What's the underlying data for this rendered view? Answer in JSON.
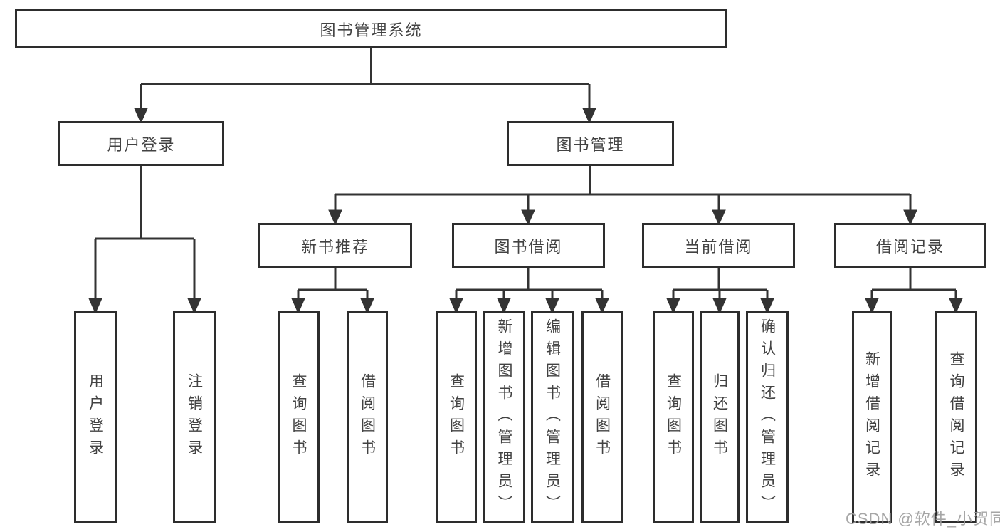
{
  "tree": {
    "root": {
      "label": "图书管理系统"
    },
    "user_login": {
      "label": "用户登录",
      "children": [
        {
          "label": "用户登录"
        },
        {
          "label": "注销登录"
        }
      ]
    },
    "book_management": {
      "label": "图书管理",
      "sections": [
        {
          "label": "新书推荐",
          "children": [
            {
              "label": "查询图书"
            },
            {
              "label": "借阅图书"
            }
          ]
        },
        {
          "label": "图书借阅",
          "children": [
            {
              "label": "查询图书"
            },
            {
              "label": "新增图书（管理员）"
            },
            {
              "label": "编辑图书（管理员）"
            },
            {
              "label": "借阅图书"
            }
          ]
        },
        {
          "label": "当前借阅",
          "children": [
            {
              "label": "查询图书"
            },
            {
              "label": "归还图书"
            },
            {
              "label": "确认归还（管理员）"
            }
          ]
        },
        {
          "label": "借阅记录",
          "children": [
            {
              "label": "新增借阅记录"
            },
            {
              "label": "查询借阅记录"
            }
          ]
        }
      ]
    }
  },
  "watermark": {
    "text": "CSDN @软件_小贺同学"
  },
  "colors": {
    "line": "#333333",
    "box_border": "#2d2d2d",
    "text": "#424242",
    "watermark": "#9e9e9e",
    "background": "#ffffff"
  }
}
